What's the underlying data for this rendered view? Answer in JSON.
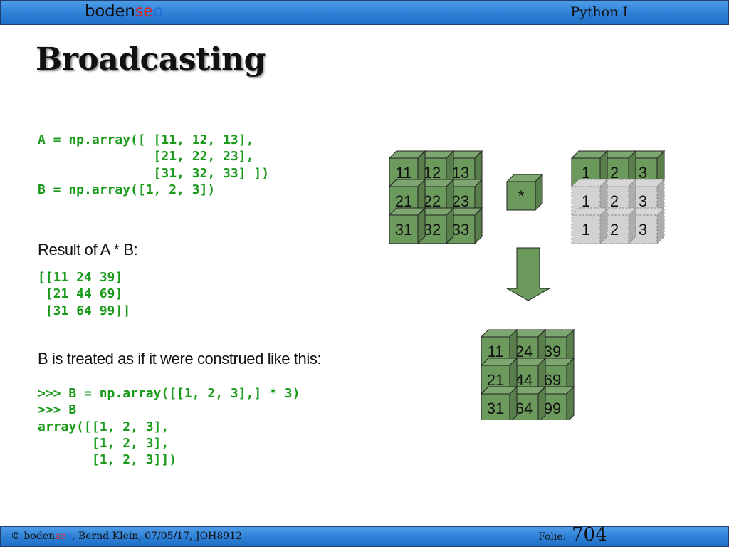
{
  "header": {
    "logo": {
      "prefix": "boden",
      "accent": "se",
      "suffix": "o"
    },
    "course": "Python I"
  },
  "slide": {
    "title": "Broadcasting",
    "code_arrays": "A = np.array([ [11, 12, 13],\n               [21, 22, 23],\n               [31, 32, 33] ])\nB = np.array([1, 2, 3])",
    "result_label": "Result of A * B:",
    "result_code": "[[11 24 39]\n [21 44 69]\n [31 64 99]]",
    "treated_label": "B is treated as if it were construed like this:",
    "session_code": ">>> B = np.array([[1, 2, 3],] * 3)\n>>> B\narray([[1, 2, 3],\n       [1, 2, 3],\n       [1, 2, 3]])"
  },
  "diagram": {
    "matrix_a": [
      [
        "11",
        "12",
        "13"
      ],
      [
        "21",
        "22",
        "23"
      ],
      [
        "31",
        "32",
        "33"
      ]
    ],
    "operator": "*",
    "matrix_b": [
      [
        "1",
        "2",
        "3"
      ],
      [
        "1",
        "2",
        "3"
      ],
      [
        "1",
        "2",
        "3"
      ]
    ],
    "matrix_result": [
      [
        "11",
        "24",
        "39"
      ],
      [
        "21",
        "44",
        "69"
      ],
      [
        "31",
        "64",
        "99"
      ]
    ]
  },
  "colors": {
    "cube_green": "#6b9a5c",
    "cube_gray": "#d2d2d2",
    "code_green": "#1a9a1a",
    "bar_blue": "#2d7fd6"
  },
  "footer": {
    "credit_prefix": "© ",
    "logo": {
      "prefix": "boden",
      "accent": "se",
      "suffix": "o"
    },
    "credit_rest": ", Bernd Klein, 07/05/17, JOH8912",
    "folie_label": "Folie:",
    "folie_number": "704"
  }
}
